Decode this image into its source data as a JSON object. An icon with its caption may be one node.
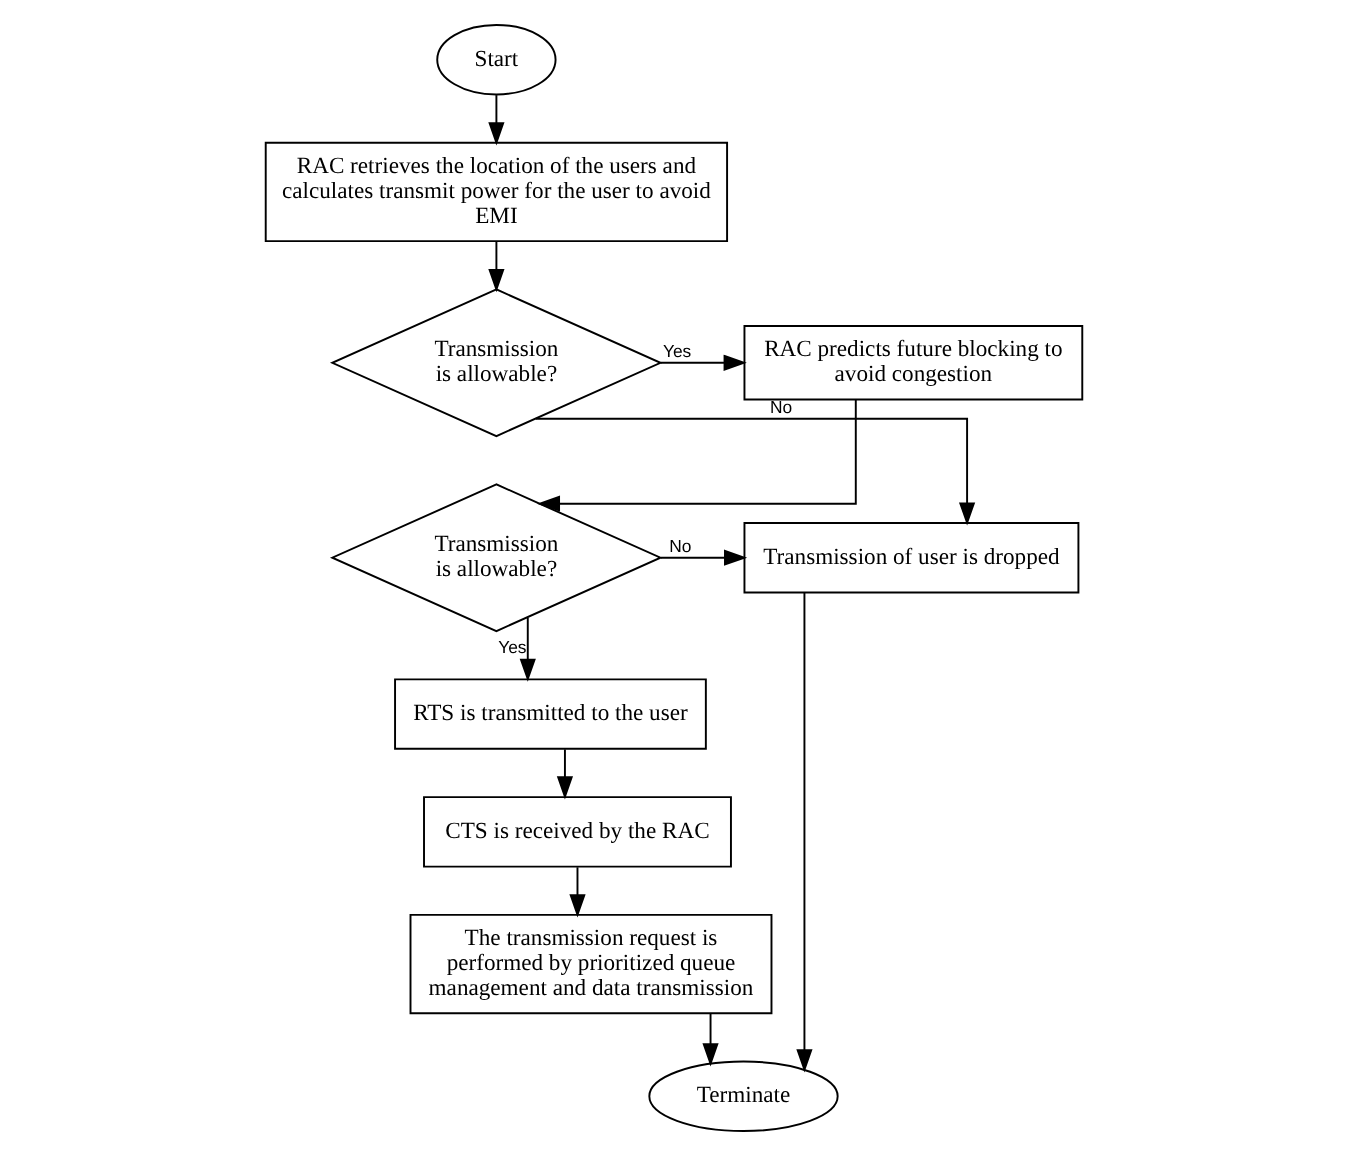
{
  "diagram": {
    "nodes": [
      {
        "text": [
          "Start"
        ]
      },
      {
        "text": [
          "RAC retrieves the location of the users and calculates transmit power for the user to avoid EMI"
        ]
      },
      {
        "text": [
          "Transmission is allowable?"
        ]
      },
      {
        "text": [
          "RAC predicts future blocking to avoid congestion"
        ]
      },
      {
        "text": [
          "Transmission of user is dropped"
        ]
      },
      {
        "text": [
          "Transmission is allowable?"
        ]
      },
      {
        "text": [
          "RTS is transmitted to the user"
        ]
      },
      {
        "text": [
          "CTS is received by the RAC"
        ]
      },
      {
        "text": [
          "The transmission request is performed by prioritized queue management and data transmission"
        ]
      },
      {
        "text": [
          "Terminate"
        ]
      }
    ],
    "edges": [
      {
        "from": 0,
        "to": 1,
        "arrow": "to"
      },
      {
        "from": 1,
        "to": 2,
        "arrow": "to"
      },
      {
        "from": 2,
        "to": 3,
        "arrow": "to",
        "label": "Yes"
      },
      {
        "from": 2,
        "to": 4,
        "arrow": "to",
        "label": "No"
      },
      {
        "from": 3,
        "to": 5,
        "arrow": "to"
      },
      {
        "from": 5,
        "to": 4,
        "arrow": "to",
        "label": "No"
      },
      {
        "from": 5,
        "to": 6,
        "arrow": "to",
        "label": "Yes"
      },
      {
        "from": 6,
        "to": 7,
        "arrow": "to"
      },
      {
        "from": 7,
        "to": 8,
        "arrow": "to"
      },
      {
        "from": 8,
        "to": 9,
        "arrow": "to"
      },
      {
        "from": 4,
        "to": 9,
        "arrow": "to"
      }
    ]
  }
}
